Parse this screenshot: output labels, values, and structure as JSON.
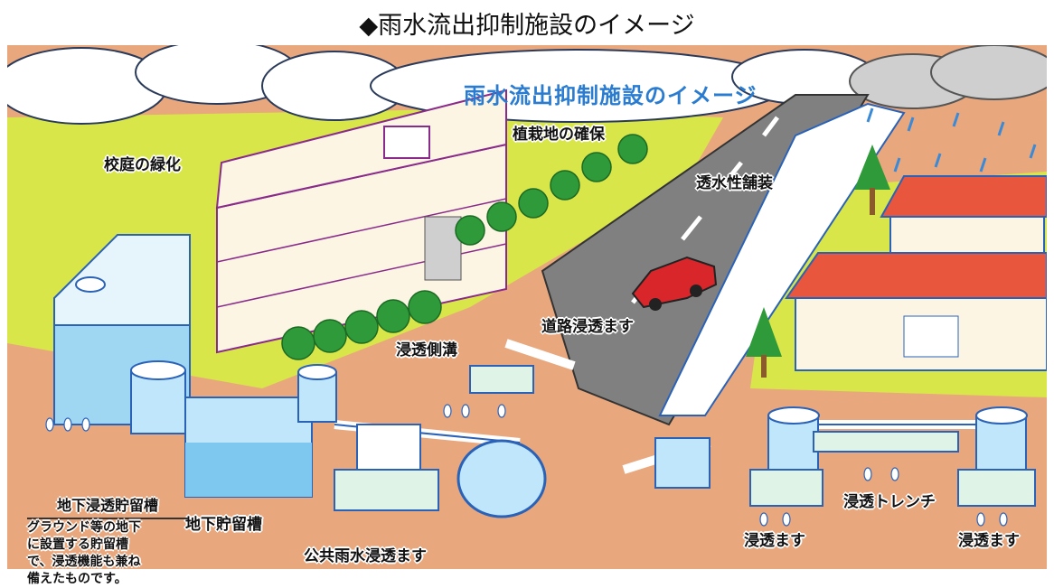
{
  "title": "◆雨水流出抑制施設のイメージ",
  "banner": "雨水流出抑制施設のイメージ",
  "labels": {
    "schoolyard_greening": "校庭の緑化",
    "planting_area": "植栽地の確保",
    "permeable_pavement": "透水性舗装",
    "permeable_side_ditch": "浸透側溝",
    "road_infiltration_basin": "道路浸透ます",
    "underground_infiltration_storage": "地下浸透貯留槽",
    "underground_storage_tank": "地下貯留槽",
    "public_infiltration_basin": "公共雨水浸透ます",
    "infiltration_trench": "浸透トレンチ",
    "infiltration_basin_left": "浸透ます",
    "infiltration_basin_right": "浸透ます"
  },
  "description": {
    "lines": [
      "グラウンド等の地下",
      "に設置する貯留槽",
      "で、浸透機能も兼ね",
      "備えたものです。"
    ]
  },
  "colors": {
    "sky": "#ffffff",
    "grass": "#d8e64a",
    "soil": "#e9a77d",
    "road": "#808080",
    "water": "#7ec8f0",
    "roof": "#e8563e",
    "banner_text": "#2a7cd0"
  }
}
